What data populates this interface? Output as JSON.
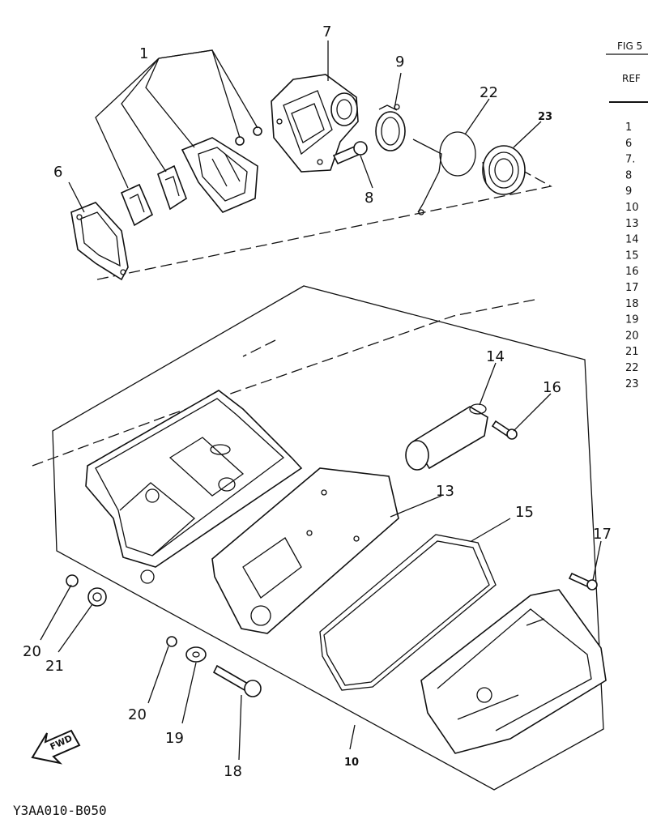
{
  "figure": {
    "fig_header": "FIG 5",
    "ref_header": "REF",
    "drawing_code": "Y3AA010-B050",
    "fwd_label": "FWD"
  },
  "callouts": {
    "p1": "1",
    "p6": "6",
    "p7": "7",
    "p8": "8",
    "p9": "9",
    "p10": "10",
    "p13": "13",
    "p14": "14",
    "p15": "15",
    "p16": "16",
    "p17": "17",
    "p18": "18",
    "p19": "19",
    "p20a": "20",
    "p20b": "20",
    "p21": "21",
    "p22": "22",
    "p23": "23"
  },
  "ref_list": [
    "1",
    "6",
    "7.",
    "8",
    "9",
    "10",
    "13",
    "14",
    "15",
    "16",
    "17",
    "18",
    "19",
    "20",
    "21",
    "22",
    "23"
  ],
  "icons": [
    "fwd-arrow-icon"
  ]
}
